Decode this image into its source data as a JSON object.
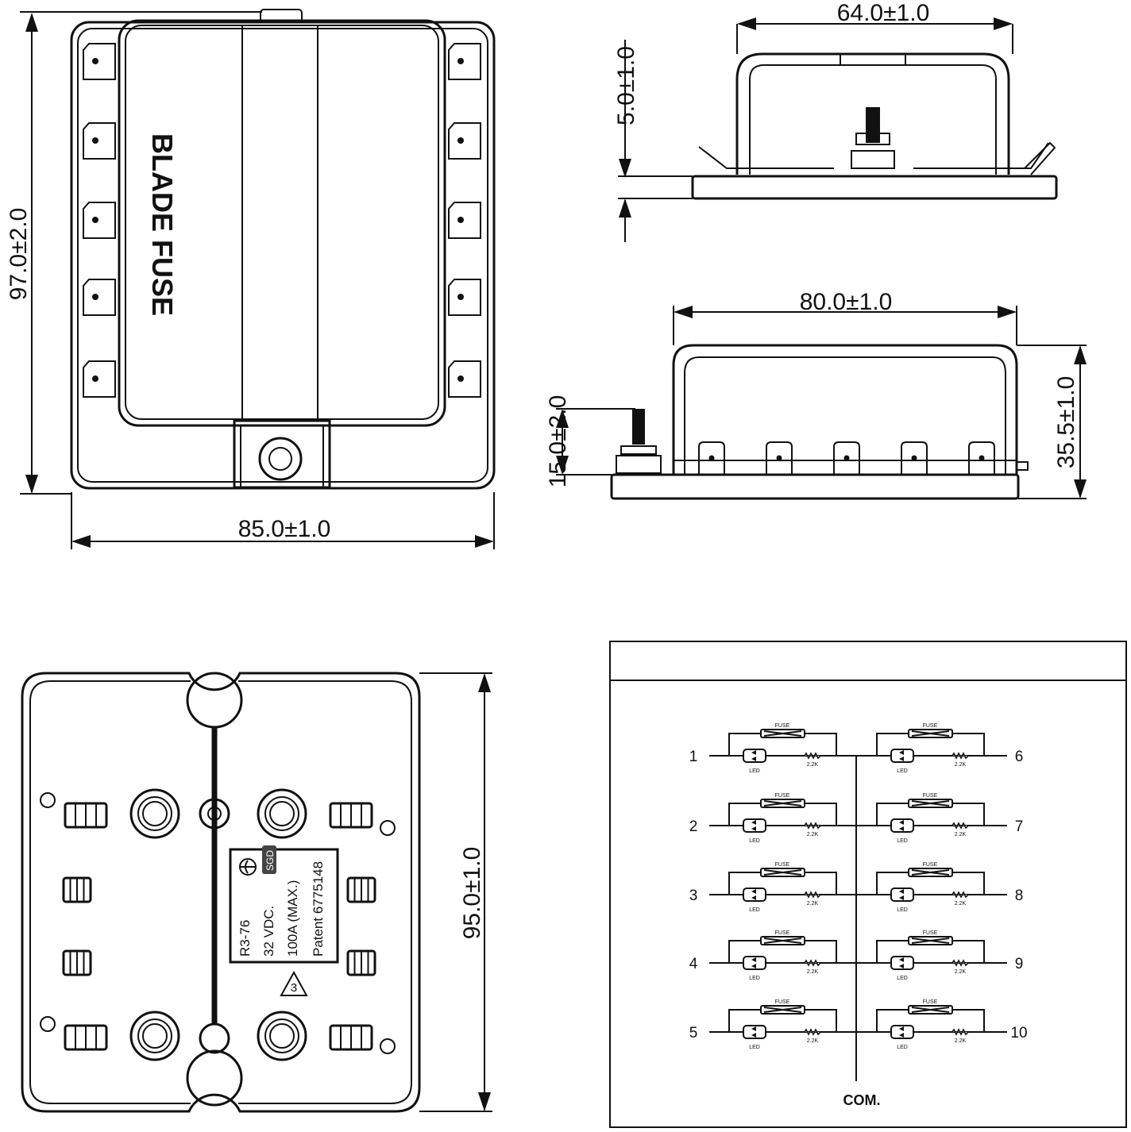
{
  "top_view": {
    "brand_text": "BLADE FUSE",
    "width_dim": "85.0±1.0",
    "height_dim": "97.0±2.0"
  },
  "end_view": {
    "width_dim": "64.0±1.0",
    "base_dim": "5.0±1.0"
  },
  "side_view": {
    "width_dim": "80.0±1.0",
    "height_dim": "35.5±1.0",
    "stud_dim": "15.0±2.0"
  },
  "bottom_view": {
    "height_dim": "95.0±1.0",
    "label_lines": [
      "R3-76",
      "32 VDC.",
      "100A (MAX.)",
      "Patent 6775148"
    ],
    "cert_mark": "SGD",
    "warning_number": "3"
  },
  "schematic": {
    "fuse_label": "FUSE",
    "led_label": "LED",
    "resistor_label": "2.2K",
    "common_label": "COM.",
    "left_circuits": [
      "1",
      "2",
      "3",
      "4",
      "5"
    ],
    "right_circuits": [
      "6",
      "7",
      "8",
      "9",
      "10"
    ]
  }
}
